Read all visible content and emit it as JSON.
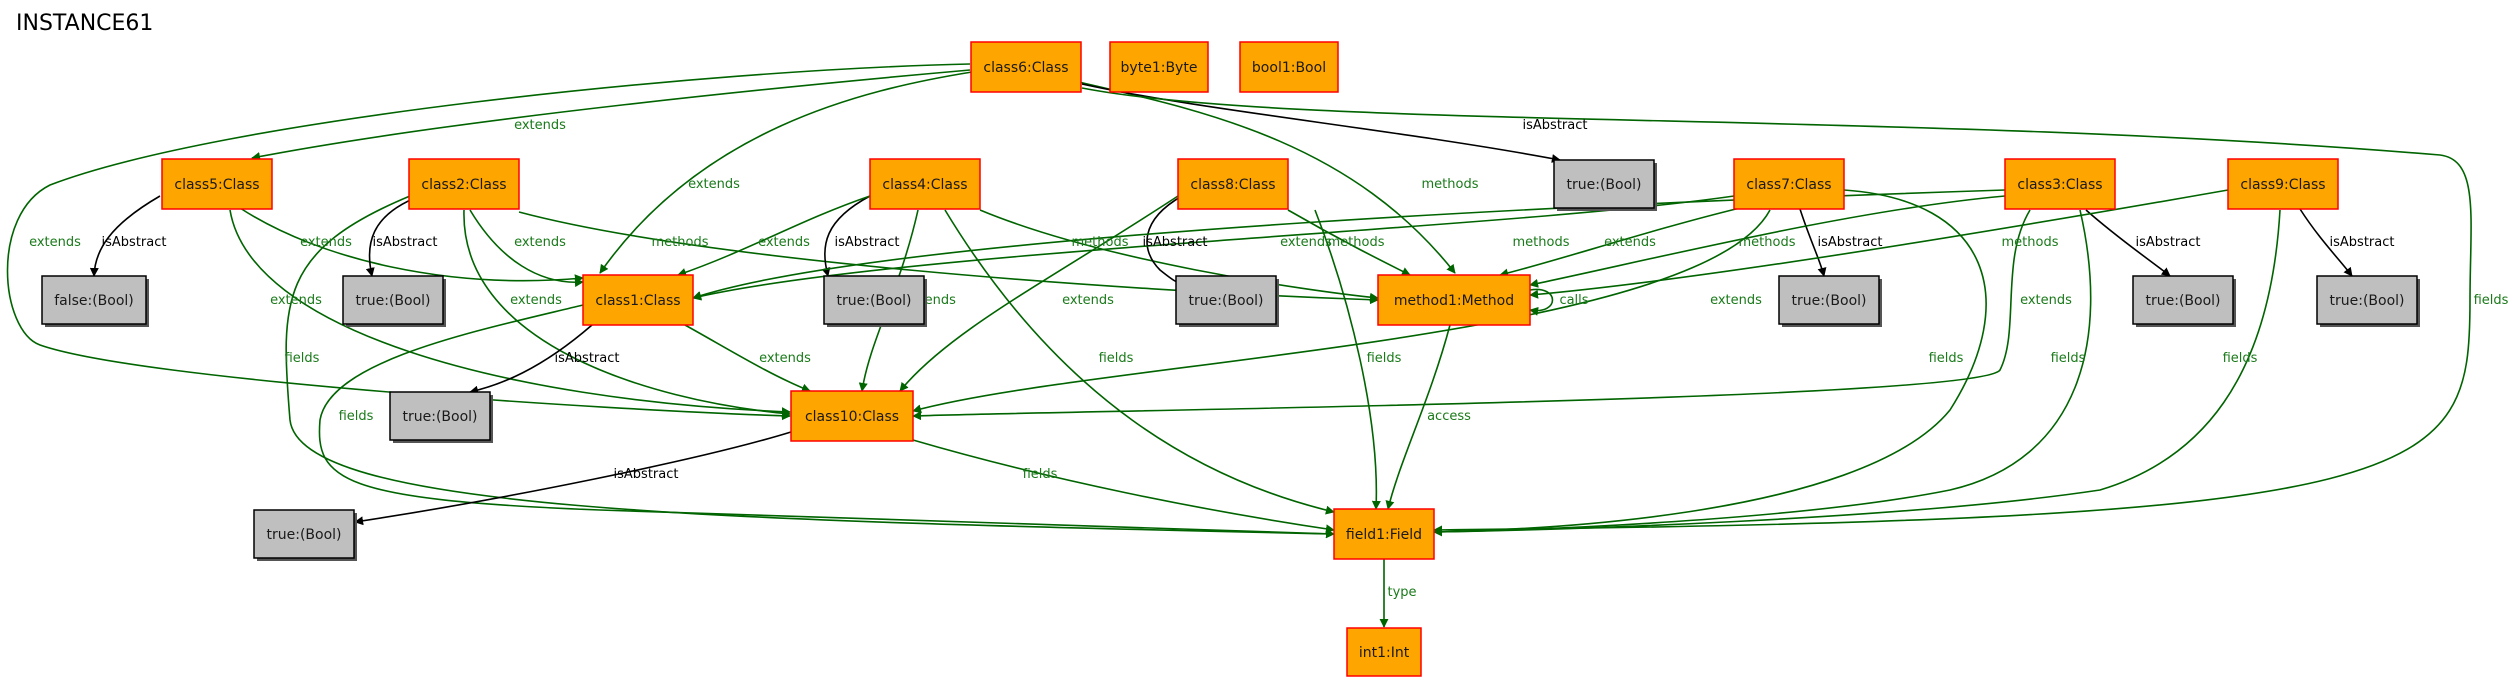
{
  "title": "INSTANCE61",
  "colors": {
    "class_fill": "#ffa500",
    "class_border": "#ff0000",
    "value_fill": "#bfbfbf",
    "value_border": "#000000",
    "green_edge": "#006400",
    "black_edge": "#000000",
    "green_label": "#1a7a1a",
    "black_label": "#000000"
  },
  "nodes": {
    "class6": "class6:Class",
    "byte1": "byte1:Byte",
    "bool1": "bool1:Bool",
    "class5": "class5:Class",
    "class2": "class2:Class",
    "class4": "class4:Class",
    "class8": "class8:Class",
    "class7": "class7:Class",
    "class3": "class3:Class",
    "class9": "class9:Class",
    "b_c6": "true:(Bool)",
    "b_c5": "false:(Bool)",
    "b_c2": "true:(Bool)",
    "class1": "class1:Class",
    "b_c4": "true:(Bool)",
    "b_c8": "true:(Bool)",
    "method1": "method1:Method",
    "b_c7": "true:(Bool)",
    "b_c3": "true:(Bool)",
    "b_c9": "true:(Bool)",
    "b_c1": "true:(Bool)",
    "class10": "class10:Class",
    "b_c10": "true:(Bool)",
    "field1": "field1:Field",
    "int1": "int1:Int"
  },
  "edge_labels": {
    "extends": "extends",
    "methods": "methods",
    "fields": "fields",
    "isAbstract": "isAbstract",
    "calls": "calls",
    "access": "access",
    "type": "type"
  }
}
